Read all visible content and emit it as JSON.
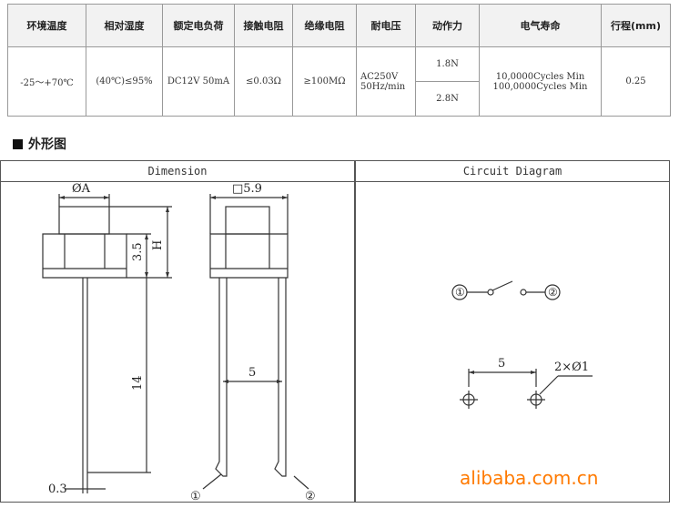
{
  "spec_table": {
    "headers": [
      "环境温度",
      "相对湿度",
      "额定电负荷",
      "接触电阻",
      "绝缘电阻",
      "耐电压",
      "动作力",
      "电气寿命",
      "行程(mm)"
    ],
    "env_temp": "-25～+70℃",
    "humidity": "(40℃)≤95%",
    "rated_load": "DC12V 50mA",
    "contact_resistance": "≤0.03Ω",
    "insulation_resistance": "≥100MΩ",
    "withstand_voltage_1": "AC250V",
    "withstand_voltage_2": "50Hz/min",
    "force_1": "1.8N",
    "force_2": "2.8N",
    "life_1": "10,0000Cycles Min",
    "life_2": "100,0000Cycles Min",
    "travel": "0.25"
  },
  "section_heading": "外形图",
  "dimension_panel": {
    "title": "Dimension",
    "labels": {
      "dia": "ØA",
      "square": "□5.9",
      "h35": "3.5",
      "h": "H",
      "len14": "14",
      "pitch": "5",
      "pin": "0.3",
      "pin1": "①",
      "pin2": "②"
    }
  },
  "circuit_panel": {
    "title": "Circuit Diagram",
    "labels": {
      "n1": "①",
      "n2": "②",
      "pitch": "5",
      "hole": "2×Ø1"
    }
  },
  "watermark": "alibaba.com.cn"
}
